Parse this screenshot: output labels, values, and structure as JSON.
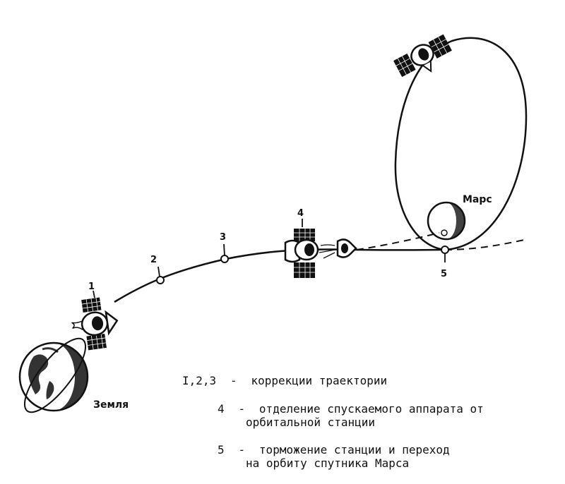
{
  "labels": {
    "earth": "Земля",
    "mars": "Марс",
    "point1": "1",
    "point2": "2",
    "point3": "3",
    "point4": "4",
    "point5": "5"
  },
  "legend": [
    {
      "key": "I,2,3",
      "dash": "-",
      "lines": [
        "коррекции траектории"
      ]
    },
    {
      "key": "4",
      "dash": "-",
      "lines": [
        "отделение спускаемого аппарата от",
        "орбитальной станции"
      ]
    },
    {
      "key": "5",
      "dash": "-",
      "lines": [
        "торможение станции и переход",
        "на орбиту спутника Марса"
      ]
    }
  ]
}
